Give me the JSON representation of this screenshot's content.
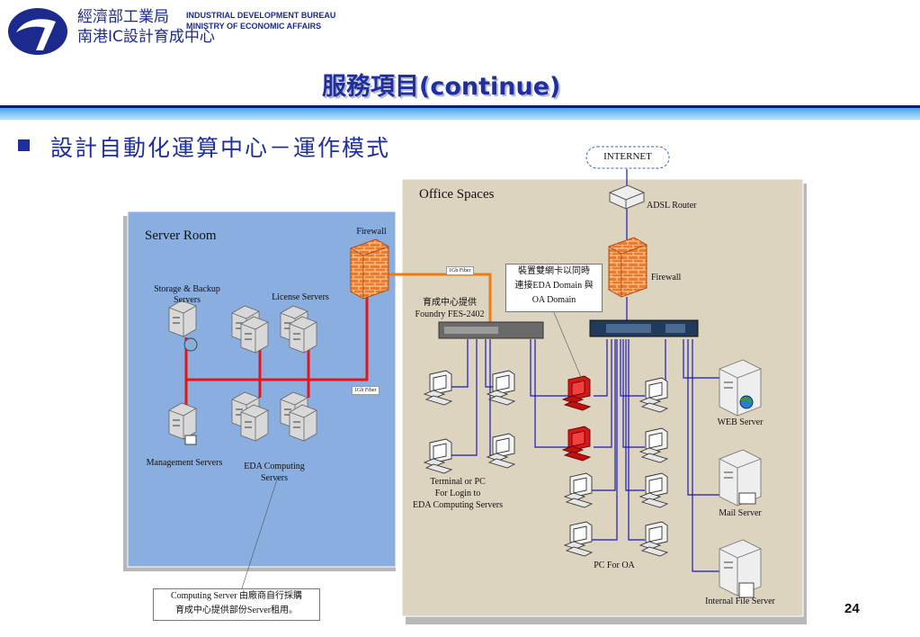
{
  "header": {
    "agency_zh": "經濟部工業局",
    "center_zh": "南港IC設計育成中心",
    "agency_en_1": "INDUSTRIAL DEVELOPMENT BUREAU",
    "agency_en_2": "MINISTRY OF ECONOMIC AFFAIRS"
  },
  "slide": {
    "title": "服務項目(continue)",
    "bullet": "設計自動化運算中心－運作模式",
    "page_number": "24"
  },
  "diagram": {
    "internet": "INTERNET",
    "server_room": {
      "title": "Server Room",
      "firewall": "Firewall",
      "storage_line1": "Storage & Backup",
      "storage_line2": "Servers",
      "license": "License Servers",
      "management": "Management Servers",
      "eda_line1": "EDA Computing",
      "eda_line2": "Servers",
      "fiber_1": "1Gb Fiber",
      "fiber_2": "1Gb Fiber"
    },
    "office": {
      "title": "Office Spaces",
      "adsl": "ADSL Router",
      "firewall": "Firewall",
      "switch_line1": "育成中心提供",
      "switch_line2": "Foundry FES-2402",
      "nic_line1": "裝置雙網卡以同時",
      "nic_line2": "連接EDA Domain 與",
      "nic_line3": "OA Domain",
      "terminal_line1": "Terminal or PC",
      "terminal_line2": "For Login to",
      "terminal_line3": "EDA Computing Servers",
      "pc_oa": "PC For OA",
      "web": "WEB Server",
      "mail": "Mail Server",
      "file": "Internal File Server"
    },
    "note_line1": "Computing Server 由廠商自行採購",
    "note_line2": "育成中心提供部份Server租用。"
  },
  "colors": {
    "title_blue": "#1f2fa0",
    "server_room_bg": "#8aaedf",
    "office_bg": "#ddd4c0",
    "link_red": "#e8141b",
    "link_orange": "#f07a10",
    "link_blue": "#1a1ab0"
  }
}
